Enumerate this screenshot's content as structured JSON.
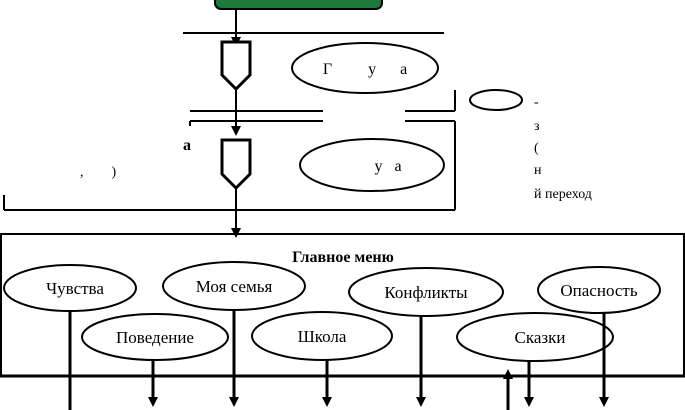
{
  "diagram": {
    "colors": {
      "stroke": "#000000",
      "fill": "#ffffff",
      "top_block": "#1e7a3c"
    },
    "top_ellipse_1": {
      "label": "Г         у      а"
    },
    "top_ellipse_2": {
      "label": "        у   а"
    },
    "small_ellipse": {
      "label": ""
    },
    "left_fragment": {
      "label": "а"
    },
    "left_fragment_2": {
      "label": ",        )"
    },
    "right_notes": {
      "line1": "-",
      "line2": "з",
      "line3": "(",
      "line4": "н",
      "line5": "й переход"
    },
    "main_menu": {
      "title": "Главное меню",
      "items": [
        {
          "label": "Чувства"
        },
        {
          "label": "Моя семья"
        },
        {
          "label": "Конфликты"
        },
        {
          "label": "Опасность"
        },
        {
          "label": "Поведение"
        },
        {
          "label": "Школа"
        },
        {
          "label": "Сказки"
        }
      ]
    }
  }
}
